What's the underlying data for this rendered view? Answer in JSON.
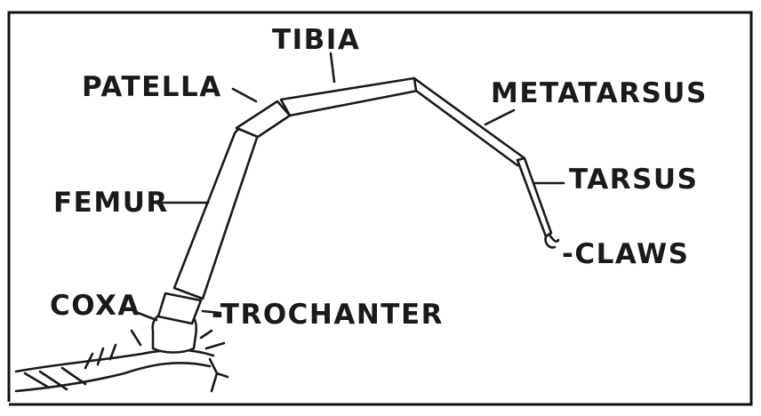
{
  "diagram": {
    "labels": {
      "tibia": "TIBIA",
      "patella": "PATELLA",
      "metatarsus": "METATARSUS",
      "tarsus": "TARSUS",
      "femur": "FEMUR",
      "claws": "-CLAWS",
      "coxa": "COXA",
      "trochanter": "-TROCHANTER"
    },
    "colors": {
      "ink": "#1a1a1a",
      "background": "#ffffff"
    }
  }
}
